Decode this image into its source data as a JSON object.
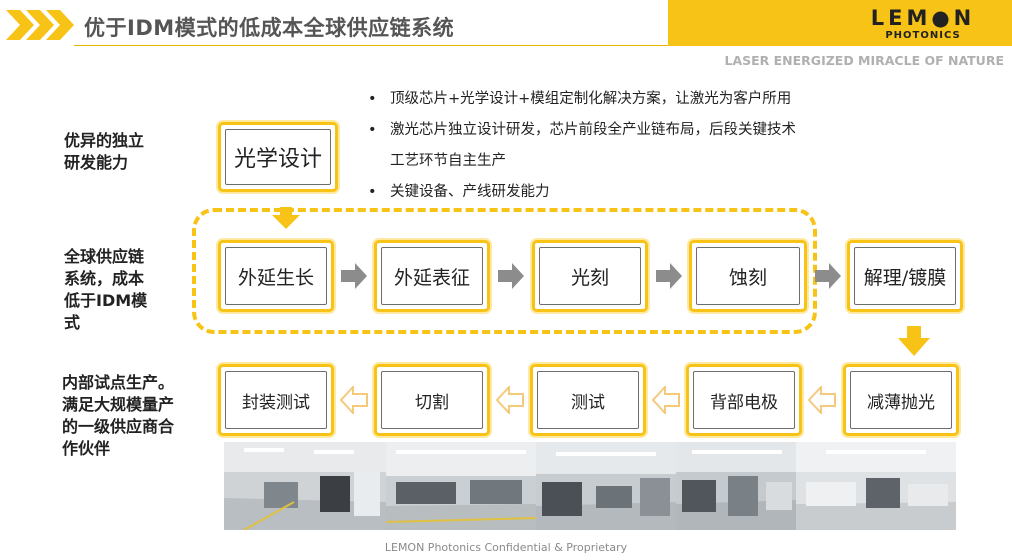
{
  "header": {
    "title": "优于IDM模式的低成本全球供应链系统",
    "logo_main": "LEM●N",
    "logo_sub": "PHOTONICS",
    "tagline": "LASER ENERGIZED MIRACLE OF NATURE"
  },
  "bullets": [
    {
      "marker": "•",
      "lines": [
        "顶级芯片+光学设计+模组定制化解决方案，让激光为客户所用"
      ]
    },
    {
      "marker": "•",
      "lines": [
        "激光芯片独立设计研发，芯片前段全产业链布局，后段关键技术",
        "工艺环节自主生产"
      ]
    },
    {
      "marker": "•",
      "lines": [
        "关键设备、产线研发能力"
      ]
    }
  ],
  "labels": {
    "independent": [
      "优异的独立",
      "研发能力"
    ],
    "supply_chain": [
      "全球供应链",
      "系统，成本",
      "低于IDM模",
      "式"
    ],
    "inhouse": [
      "内部试点生产。",
      "满足大规模量产",
      "的一级供应商合",
      "作伙伴"
    ]
  },
  "boxes": {
    "design": "光学设计",
    "row1": [
      "外延生长",
      "外延表征",
      "光刻",
      "蚀刻",
      "解理/镀膜"
    ],
    "row2": [
      "封装测试",
      "切割",
      "测试",
      "背部电极",
      "减薄抛光"
    ]
  },
  "colors": {
    "accent": "#f7c316",
    "arrow_gray": "#8c8c8c",
    "arrow_outline": "#f5c97a"
  },
  "footer": "LEMON Photonics Confidential & Proprietary"
}
